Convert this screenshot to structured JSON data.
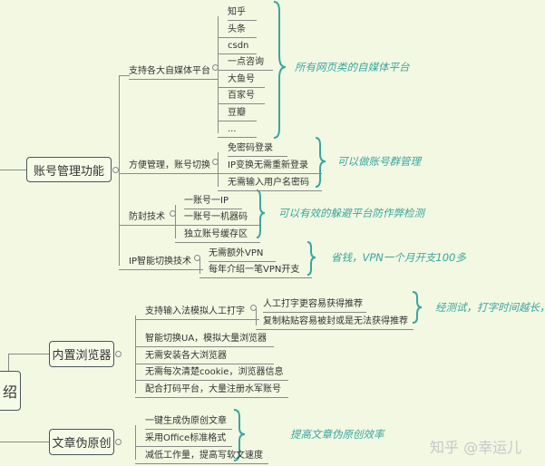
{
  "account": {
    "title": "账号管理功能",
    "platforms": {
      "label": "支持各大自媒体平台",
      "items": [
        "知乎",
        "头条",
        "csdn",
        "一点咨询",
        "大鱼号",
        "百家号",
        "豆瓣",
        "..."
      ],
      "note": "所有网页类的自媒体平台"
    },
    "switching": {
      "label": "方便管理，账号切换",
      "items": [
        "免密码登录",
        "IP变换无需重新登录",
        "无需输入用户名密码"
      ],
      "note": "可以做账号群管理"
    },
    "antiban": {
      "label": "防封技术",
      "items": [
        "一账号一IP",
        "一账号一机器码",
        "独立账号缓存区"
      ],
      "note": "可以有效的躲避平台防作弊检测"
    },
    "ip": {
      "label": "IP智能切换技术",
      "items": [
        "无需额外VPN",
        "每年介绍一笔VPN开支"
      ],
      "note": "省钱，VPN一个月开支100多"
    }
  },
  "root": {
    "label_fragment": "绍"
  },
  "browser": {
    "title": "内置浏览器",
    "typing": {
      "label": "支持输入法模拟人工打字",
      "items": [
        "人工打字更容易获得推荐",
        "复制粘贴容易被封或是无法获得推荐"
      ],
      "note": "经测试，打字时间越长，"
    },
    "items": [
      "智能切换UA，模拟大量浏览器",
      "无需安装各大浏览器",
      "无需每次清楚cookie，浏览器信息",
      "配合打码平台，大量注册水军账号"
    ]
  },
  "article": {
    "title": "文章伪原创",
    "items": [
      "一键生成伪原创文章",
      "采用Office标准格式",
      "减低工作量，提高写软文速度"
    ],
    "note": "提高文章伪原创效率"
  },
  "watermark": "知乎 @幸运儿"
}
